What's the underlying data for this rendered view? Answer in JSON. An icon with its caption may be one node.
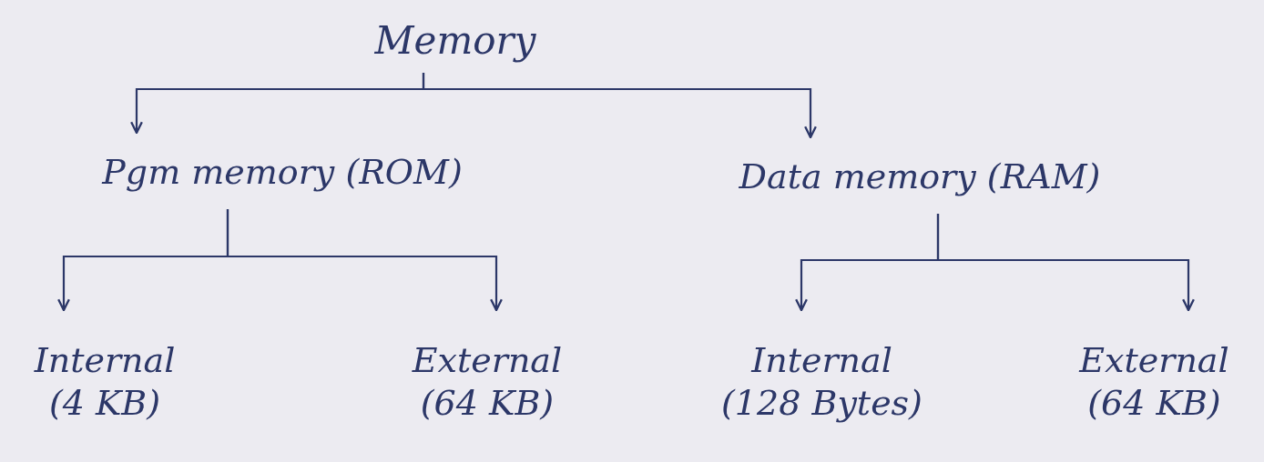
{
  "diagram": {
    "nodes": [
      {
        "text": [
          "Memory"
        ]
      },
      {
        "text": [
          "Pgm memory (ROM)"
        ]
      },
      {
        "text": [
          "Data memory (RAM)"
        ]
      },
      {
        "text": [
          "Internal",
          "(4 KB)"
        ]
      },
      {
        "text": [
          "External",
          "(64 KB)"
        ]
      },
      {
        "text": [
          "Internal",
          "(128 Bytes)"
        ]
      },
      {
        "text": [
          "External",
          "(64 KB)"
        ]
      }
    ],
    "edges": [
      {
        "from": 0,
        "to": 1,
        "arrow": "to"
      },
      {
        "from": 0,
        "to": 2,
        "arrow": "to"
      },
      {
        "from": 1,
        "to": 3,
        "arrow": "to"
      },
      {
        "from": 1,
        "to": 4,
        "arrow": "to"
      },
      {
        "from": 2,
        "to": 5,
        "arrow": "to"
      },
      {
        "from": 2,
        "to": 6,
        "arrow": "to"
      }
    ]
  }
}
